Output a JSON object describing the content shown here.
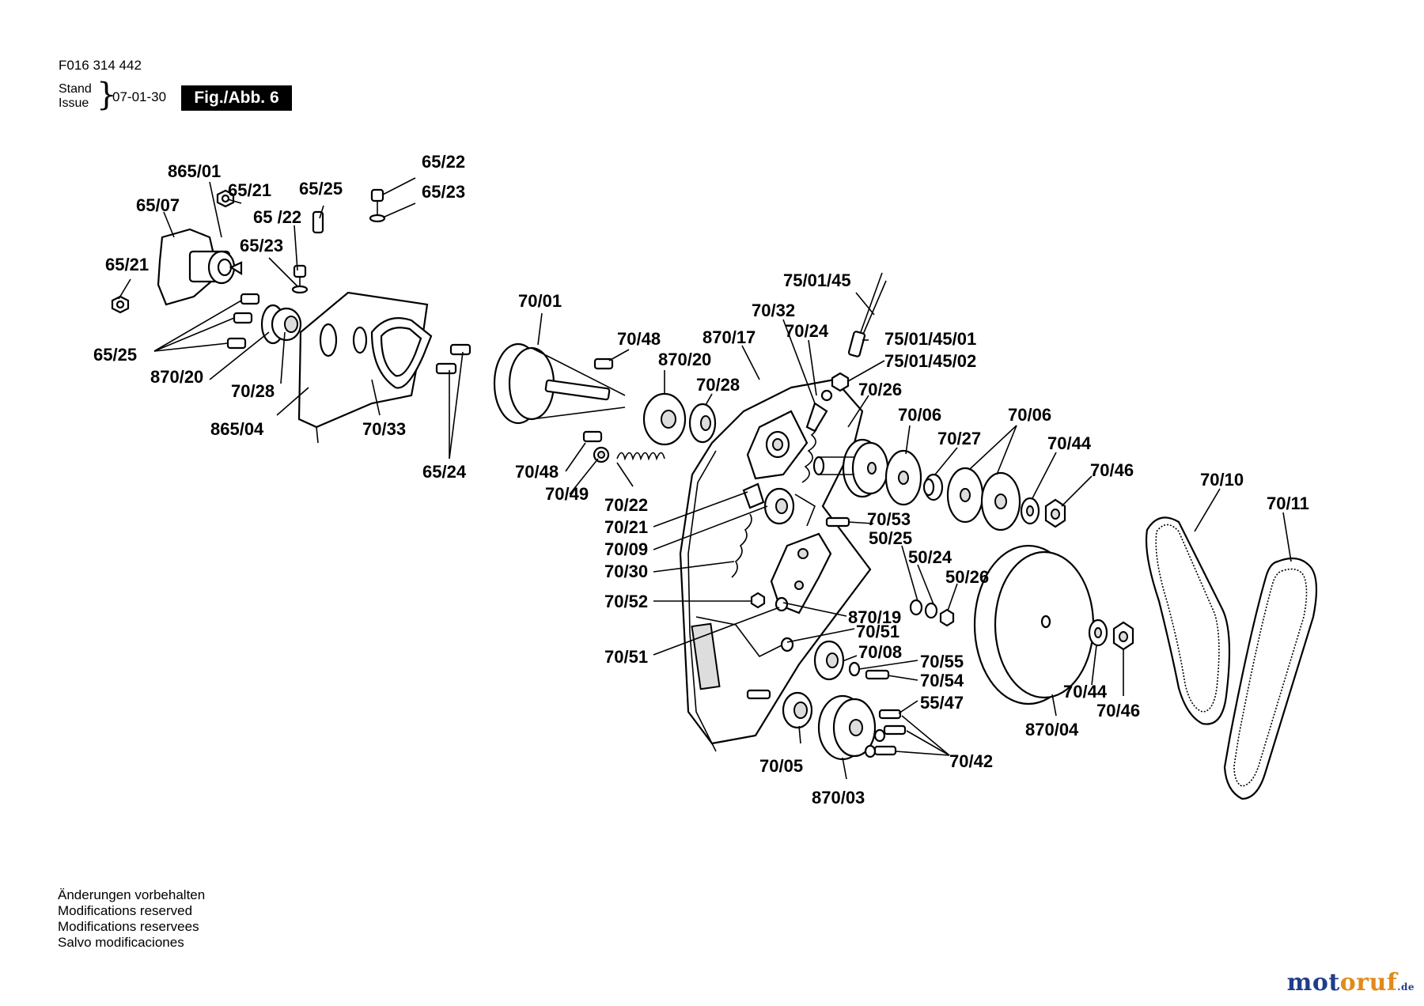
{
  "header": {
    "doc_number": "F016 314 442",
    "stand_label": "Stand",
    "issue_label": "Issue",
    "brace": "}",
    "date": "07-01-30",
    "figure_label": "Fig./Abb. 6"
  },
  "footer_notes": [
    "Änderungen vorbehalten",
    "Modifications reserved",
    "Modifications reservees",
    "Salvo modificaciones"
  ],
  "watermark": {
    "brand_a": "mot",
    "brand_b": "oruf",
    "tld": ".de"
  },
  "callouts": [
    {
      "label": "865/01"
    },
    {
      "label": "65/21"
    },
    {
      "label": "65/25"
    },
    {
      "label": "65/22"
    },
    {
      "label": "65/23"
    },
    {
      "label": "65/07"
    },
    {
      "label": "65 /22"
    },
    {
      "label": "65/23"
    },
    {
      "label": "65/21"
    },
    {
      "label": "65/25"
    },
    {
      "label": "870/20"
    },
    {
      "label": "70/28"
    },
    {
      "label": "865/04"
    },
    {
      "label": "70/33"
    },
    {
      "label": "65/24"
    },
    {
      "label": "70/01"
    },
    {
      "label": "70/48"
    },
    {
      "label": "870/20"
    },
    {
      "label": "870/17"
    },
    {
      "label": "70/28"
    },
    {
      "label": "70/32"
    },
    {
      "label": "70/24"
    },
    {
      "label": "75/01/45"
    },
    {
      "label": "75/01/45/01"
    },
    {
      "label": "75/01/45/02"
    },
    {
      "label": "70/26"
    },
    {
      "label": "70/06"
    },
    {
      "label": "70/06"
    },
    {
      "label": "70/27"
    },
    {
      "label": "70/44"
    },
    {
      "label": "70/46"
    },
    {
      "label": "70/10"
    },
    {
      "label": "70/11"
    },
    {
      "label": "70/48"
    },
    {
      "label": "70/49"
    },
    {
      "label": "70/22"
    },
    {
      "label": "70/21"
    },
    {
      "label": "70/09"
    },
    {
      "label": "70/30"
    },
    {
      "label": "70/53"
    },
    {
      "label": "50/25"
    },
    {
      "label": "50/24"
    },
    {
      "label": "50/26"
    },
    {
      "label": "70/52"
    },
    {
      "label": "870/19"
    },
    {
      "label": "70/51"
    },
    {
      "label": "70/51"
    },
    {
      "label": "70/08"
    },
    {
      "label": "70/55"
    },
    {
      "label": "70/54"
    },
    {
      "label": "55/47"
    },
    {
      "label": "70/05"
    },
    {
      "label": "870/03"
    },
    {
      "label": "70/42"
    },
    {
      "label": "870/04"
    },
    {
      "label": "70/44"
    },
    {
      "label": "70/46"
    }
  ]
}
